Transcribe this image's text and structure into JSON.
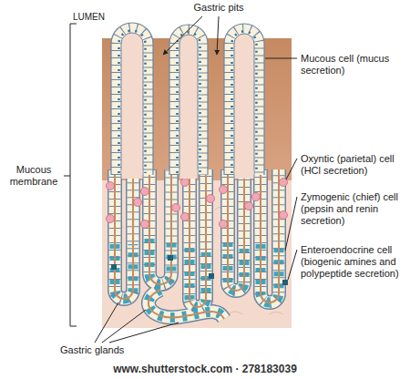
{
  "diagram": {
    "labels": [
      "LUMEN",
      "Gastric pits",
      "Mucous cell (mucus secretion)",
      "Oxyntic (parietal) cell (HCl secretion)",
      "Zymogenic (chief) cell (pepsin and renin secretion)",
      "Enteroendocrine cell (biogenic amines and polypeptide secretion)",
      "Mucous membrane",
      "Gastric glands",
      "www.shutterstock.com · 278183039"
    ]
  }
}
